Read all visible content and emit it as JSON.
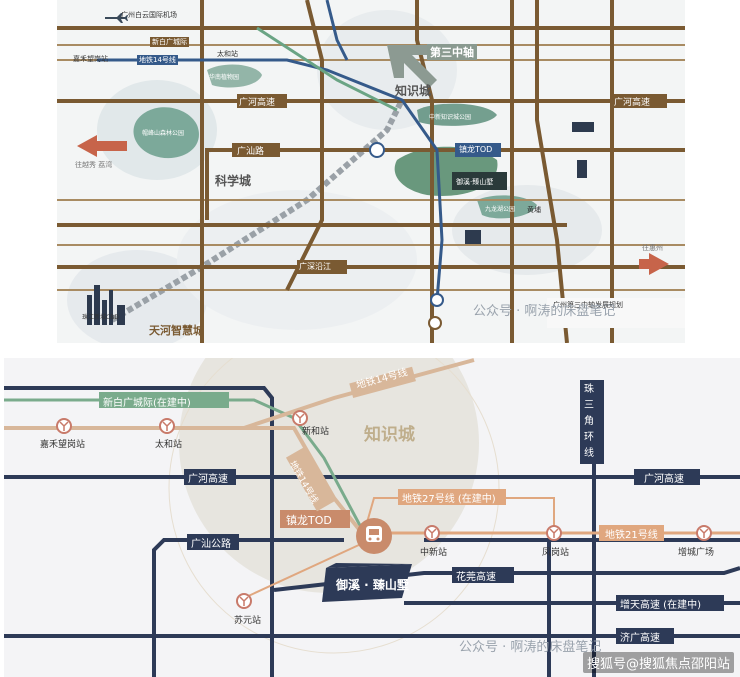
{
  "top_map": {
    "airport_label": "广州白云国际机场",
    "line14_label": "地铁14号线",
    "xinbai_label": "新白广城际",
    "third_axis_label": "第三中轴",
    "zhishicheng_label": "知识城",
    "kexuecheng_label": "科学城",
    "tianhe_label": "天河智慧城",
    "guanghe_label": "广河高速",
    "guangshan_label": "广汕路",
    "guangshen_label": "广深沿江",
    "zhenlong_label": "镇龙TOD",
    "jiahe_label": "嘉禾望岗站",
    "taihe_label": "太和站",
    "huangpu_label": "黄埔",
    "left_arrow_label": "往越秀 荔湾",
    "right_arrow_label": "往惠州",
    "project_label": "御溪·臻山墅",
    "park1_label": "帽峰山森林公园",
    "park2_label": "华南植物园",
    "park3_label": "中新知识城公园",
    "park4_label": "九龙湖公园",
    "banner_label": "广州第三中轴发展规划",
    "tianhe_cbd_label": "珠江新城CBD",
    "watermark": "公众号 · 啊涛的床盘笔记"
  },
  "bottom_map": {
    "line14_label": "地铁14号线",
    "xinbai_label": "新白广城际(在建中)",
    "zhishicheng_label": "知识城",
    "jiahe_station": "嘉禾望岗站",
    "taihe_station": "太和站",
    "xinhe_station": "新和站",
    "guanghe_west_label": "广河高速",
    "guanghe_east_label": "广河高速",
    "line27_label": "地铁27号线 (在建中)",
    "line21_label": "地铁21号线",
    "zhenlong_label": "镇龙TOD",
    "guangshan_label": "广汕公路",
    "zhongxin_station": "中新站",
    "fenggang_station": "凤岗站",
    "zengcheng_station": "增城广场",
    "project_label": "御溪 · 臻山墅",
    "huawan_label": "花莞高速",
    "suyuan_station": "苏元站",
    "pearl_delta_label": "珠三角环线",
    "zengtian_label": "增天高速 (在建中)",
    "jiguang_label": "济广高速",
    "line14_vertical_label": "地铁14号线",
    "watermark_1": "公众号 · 啊涛的床盘笔记",
    "watermark_2": "搜狐号@搜狐焦点邵阳站"
  }
}
